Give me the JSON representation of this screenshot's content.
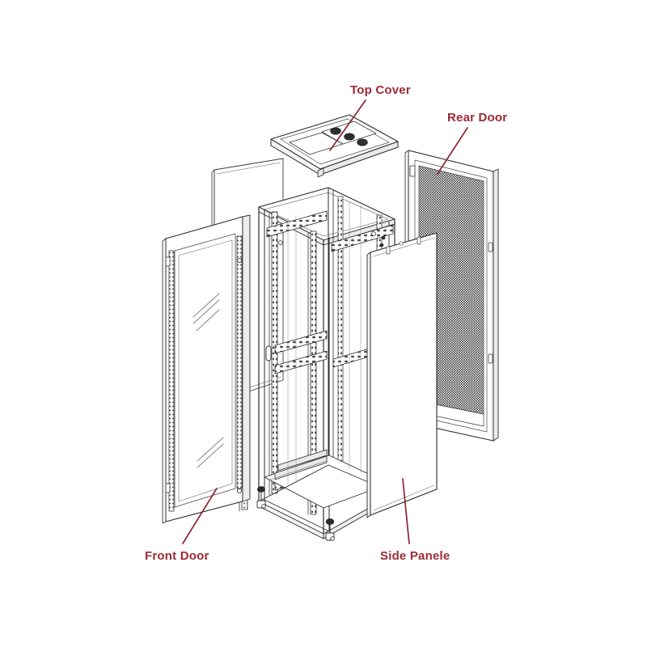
{
  "diagram": {
    "type": "exploded-assembly-drawing",
    "subject": "Server rack cabinet exploded view",
    "background_color": "#ffffff",
    "line_color": "#2b2b2b",
    "mesh_color": "#4a4a4a",
    "label_color": "#9e2a35",
    "leader_color": "#8c2533"
  },
  "labels": {
    "top_cover": "Top Cover",
    "rear_door": "Rear Door",
    "front_door": "Front Door",
    "side_panele": "Side Panele"
  },
  "parts": [
    {
      "id": "top-cover",
      "name": "Top Cover",
      "features": "isometric plate with rectangular cutout and three circular fan vents"
    },
    {
      "id": "rear-door",
      "name": "Rear Door",
      "features": "perforated mesh door panel with frame and hinges"
    },
    {
      "id": "front-door",
      "name": "Front Door",
      "features": "glass door with diagonal reflection highlights and perforated side strips"
    },
    {
      "id": "side-panel-right",
      "name": "Side Panele",
      "features": "plain sheet metal side panel"
    },
    {
      "id": "side-panel-left",
      "name": "Side Panele",
      "features": "plain sheet metal side panel, far side"
    },
    {
      "id": "frame",
      "name": "Rack Frame",
      "features": "welded frame with 19 inch mounting rails, cross members and casters"
    }
  ]
}
